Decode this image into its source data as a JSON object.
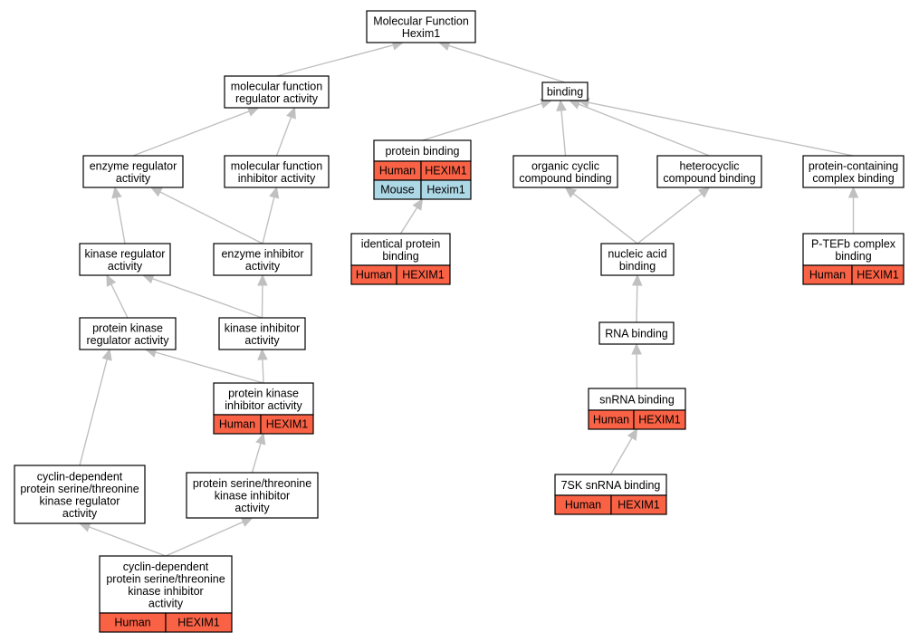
{
  "colors": {
    "human": "#fa6246",
    "mouse": "#add8e6",
    "edge": "#c0c0c0",
    "border": "#000000",
    "background": "#ffffff"
  },
  "nodes": [
    {
      "id": "root",
      "lines": [
        "Molecular Function",
        "Hexim1"
      ],
      "annotations": []
    },
    {
      "id": "mfra",
      "lines": [
        "molecular function",
        "regulator activity"
      ],
      "annotations": []
    },
    {
      "id": "binding",
      "lines": [
        "binding"
      ],
      "annotations": []
    },
    {
      "id": "era",
      "lines": [
        "enzyme regulator",
        "activity"
      ],
      "annotations": []
    },
    {
      "id": "mfia",
      "lines": [
        "molecular function",
        "inhibitor activity"
      ],
      "annotations": []
    },
    {
      "id": "pb",
      "lines": [
        "protein binding"
      ],
      "annotations": [
        {
          "species": "Human",
          "gene": "HEXIM1"
        },
        {
          "species": "Mouse",
          "gene": "Hexim1"
        }
      ]
    },
    {
      "id": "ocb",
      "lines": [
        "organic cyclic",
        "compound binding"
      ],
      "annotations": []
    },
    {
      "id": "hcb",
      "lines": [
        "heterocyclic",
        "compound binding"
      ],
      "annotations": []
    },
    {
      "id": "pccb",
      "lines": [
        "protein-containing",
        "complex binding"
      ],
      "annotations": []
    },
    {
      "id": "kra",
      "lines": [
        "kinase regulator",
        "activity"
      ],
      "annotations": []
    },
    {
      "id": "eia",
      "lines": [
        "enzyme inhibitor",
        "activity"
      ],
      "annotations": []
    },
    {
      "id": "ipb",
      "lines": [
        "identical protein",
        "binding"
      ],
      "annotations": [
        {
          "species": "Human",
          "gene": "HEXIM1"
        }
      ]
    },
    {
      "id": "nab",
      "lines": [
        "nucleic acid",
        "binding"
      ],
      "annotations": []
    },
    {
      "id": "ptefb",
      "lines": [
        "P-TEFb complex",
        "binding"
      ],
      "annotations": [
        {
          "species": "Human",
          "gene": "HEXIM1"
        }
      ]
    },
    {
      "id": "pkra",
      "lines": [
        "protein kinase",
        "regulator activity"
      ],
      "annotations": []
    },
    {
      "id": "kia",
      "lines": [
        "kinase inhibitor",
        "activity"
      ],
      "annotations": []
    },
    {
      "id": "rnab",
      "lines": [
        "RNA binding"
      ],
      "annotations": []
    },
    {
      "id": "pkia",
      "lines": [
        "protein kinase",
        "inhibitor activity"
      ],
      "annotations": [
        {
          "species": "Human",
          "gene": "HEXIM1"
        }
      ]
    },
    {
      "id": "snrnab",
      "lines": [
        "snRNA binding"
      ],
      "annotations": [
        {
          "species": "Human",
          "gene": "HEXIM1"
        }
      ]
    },
    {
      "id": "cdkra",
      "lines": [
        "cyclin-dependent",
        "protein serine/threonine",
        "kinase regulator",
        "activity"
      ],
      "annotations": []
    },
    {
      "id": "pstkia",
      "lines": [
        "protein serine/threonine",
        "kinase inhibitor",
        "activity"
      ],
      "annotations": []
    },
    {
      "id": "7sk",
      "lines": [
        "7SK snRNA binding"
      ],
      "annotations": [
        {
          "species": "Human",
          "gene": "HEXIM1"
        }
      ]
    },
    {
      "id": "cdkia",
      "lines": [
        "cyclin-dependent",
        "protein serine/threonine",
        "kinase inhibitor",
        "activity"
      ],
      "annotations": [
        {
          "species": "Human",
          "gene": "HEXIM1"
        }
      ]
    }
  ],
  "edges": [
    {
      "from": "mfra",
      "to": "root"
    },
    {
      "from": "binding",
      "to": "root"
    },
    {
      "from": "era",
      "to": "mfra"
    },
    {
      "from": "mfia",
      "to": "mfra"
    },
    {
      "from": "pb",
      "to": "binding"
    },
    {
      "from": "ocb",
      "to": "binding"
    },
    {
      "from": "hcb",
      "to": "binding"
    },
    {
      "from": "pccb",
      "to": "binding"
    },
    {
      "from": "kra",
      "to": "era"
    },
    {
      "from": "eia",
      "to": "era"
    },
    {
      "from": "eia",
      "to": "mfia"
    },
    {
      "from": "ipb",
      "to": "pb"
    },
    {
      "from": "nab",
      "to": "ocb"
    },
    {
      "from": "nab",
      "to": "hcb"
    },
    {
      "from": "ptefb",
      "to": "pccb"
    },
    {
      "from": "pkra",
      "to": "kra"
    },
    {
      "from": "kia",
      "to": "kra"
    },
    {
      "from": "kia",
      "to": "eia"
    },
    {
      "from": "rnab",
      "to": "nab"
    },
    {
      "from": "pkia",
      "to": "pkra"
    },
    {
      "from": "pkia",
      "to": "kia"
    },
    {
      "from": "snrnab",
      "to": "rnab"
    },
    {
      "from": "cdkra",
      "to": "pkra"
    },
    {
      "from": "pstkia",
      "to": "pkia"
    },
    {
      "from": "7sk",
      "to": "snrnab"
    },
    {
      "from": "cdkia",
      "to": "cdkra"
    },
    {
      "from": "cdkia",
      "to": "pstkia"
    }
  ]
}
